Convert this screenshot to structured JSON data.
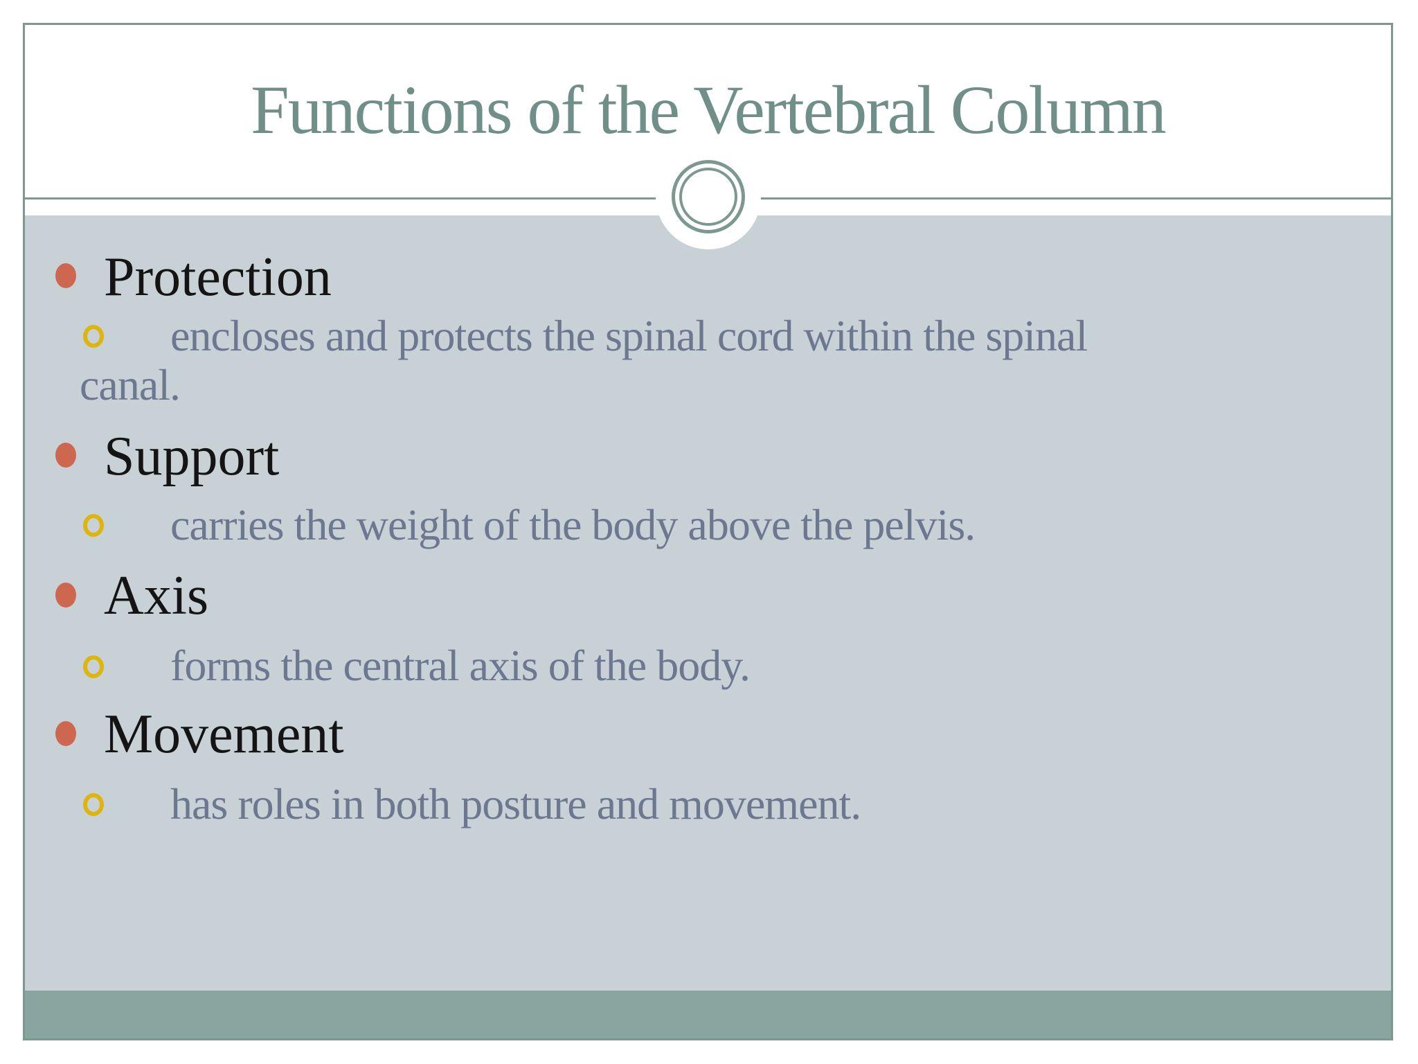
{
  "slide": {
    "title": "Functions of the Vertebral Column",
    "bullets": [
      {
        "label": "Protection",
        "detail_lines": [
          "encloses and protects the spinal cord within the spinal",
          "canal."
        ]
      },
      {
        "label": "Support",
        "detail_lines": [
          "carries the weight of the body above the pelvis."
        ]
      },
      {
        "label": "Axis",
        "detail_lines": [
          "forms the central axis of the body."
        ]
      },
      {
        "label": "Movement",
        "detail_lines": [
          "has roles in both posture and movement."
        ]
      }
    ],
    "markers": {
      "level1_icon": "filled-ellipse-bullet",
      "level2_icon": "open-circle-bullet",
      "ornament_icon": "double-circle-ornament"
    },
    "colors": {
      "title_text": "#6f8f88",
      "border_and_line": "#7d9791",
      "content_background": "#c7d1d6",
      "footer_bar": "#88a59f",
      "level1_text": "#141414",
      "level2_text": "#6b7890",
      "level1_bullet": "#cd6750",
      "level2_bullet": "#ddb50c"
    }
  }
}
